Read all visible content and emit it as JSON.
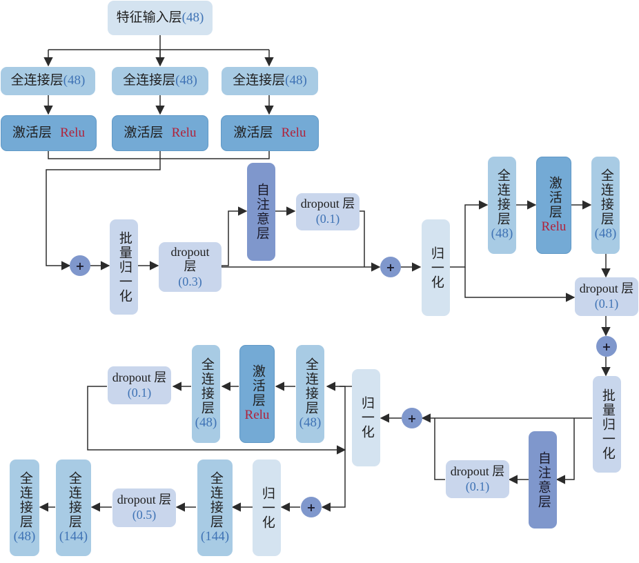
{
  "input": {
    "label": "特征输入层",
    "num": "(48)"
  },
  "fc_branches": [
    {
      "label": "全连接层",
      "num": "(48)"
    },
    {
      "label": "全连接层",
      "num": "(48)"
    },
    {
      "label": "全连接层",
      "num": "(48)"
    }
  ],
  "act_branches": [
    {
      "label": "激活层",
      "fn": "Relu"
    },
    {
      "label": "激活层",
      "fn": "Relu"
    },
    {
      "label": "激活层",
      "fn": "Relu"
    }
  ],
  "nodes": {
    "batchnorm1": "批量归一化",
    "dropout03": {
      "label": "dropout",
      "label2": "层",
      "num": "(0.3)"
    },
    "attn1": "自注意层",
    "drop01_a": {
      "label": "dropout 层",
      "num": "(0.1)"
    },
    "norm1": "归一化",
    "fc_r1": {
      "label": "全连接层",
      "num": "(48)"
    },
    "act_r": {
      "label": "激活层",
      "fn": "Relu"
    },
    "fc_r2": {
      "label": "全连接层",
      "num": "(48)"
    },
    "drop01_b": {
      "label": "dropout 层",
      "num": "(0.1)"
    },
    "batchnorm2": "批量归一化",
    "attn2": "自注意层",
    "drop01_c": {
      "label": "dropout 层",
      "num": "(0.1)"
    },
    "norm2": "归一化",
    "fc_m1": {
      "label": "全连接层",
      "num": "(48)"
    },
    "act_m": {
      "label": "激活层",
      "fn": "Relu"
    },
    "fc_m2": {
      "label": "全连接层",
      "num": "(48)"
    },
    "drop01_d": {
      "label": "dropout 层",
      "num": "(0.1)"
    },
    "norm3": "归一化",
    "fc_b1": {
      "label": "全连接层",
      "num": "(144)"
    },
    "drop05": {
      "label": "dropout 层",
      "num": "(0.5)"
    },
    "fc_b2": {
      "label": "全连接层",
      "num": "(144)"
    },
    "fc_b3": {
      "label": "全连接层",
      "num": "(48)"
    }
  },
  "plus_symbol": "+",
  "colors": {
    "line": "#2b2b2b",
    "number": "#3f73b5",
    "relu": "#b0223a"
  }
}
